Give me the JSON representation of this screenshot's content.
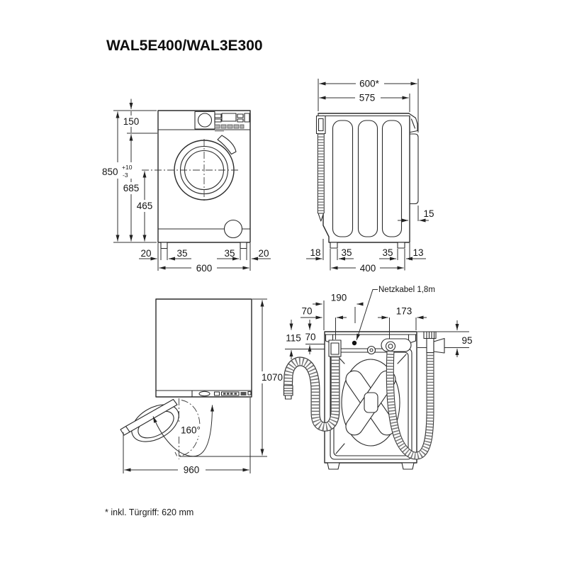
{
  "title": "WAL5E400/WAL3E300",
  "footnote": "* inkl. Türgriff: 620 mm",
  "views": {
    "front": {
      "dims": {
        "panel_height": "150",
        "total_height": "850",
        "tol_plus": "+10",
        "tol_minus": "-3",
        "body_height": "685",
        "door_center_height": "465",
        "foot_offset_left": "20",
        "foot_inset_left": "35",
        "foot_inset_right": "35",
        "foot_offset_right": "20",
        "width": "600"
      }
    },
    "side": {
      "dims": {
        "depth_total": "600*",
        "depth_body": "575",
        "door_protrusion": "15",
        "back_offset": "18",
        "foot_inset_back": "35",
        "foot_inset_front": "35",
        "front_offset": "13",
        "feet_span": "400"
      }
    },
    "top": {
      "dims": {
        "open_depth": "1070",
        "door_angle": "160°",
        "open_width": "960"
      }
    },
    "rear": {
      "cord": "Netzkabel 1,8m",
      "dims": {
        "edge_to_drain": "70",
        "edge_to_cord": "190",
        "valve_to_edge": "173",
        "top_to_drain": "70",
        "top_to_inlet": "115",
        "top_to_tap": "95"
      }
    }
  }
}
